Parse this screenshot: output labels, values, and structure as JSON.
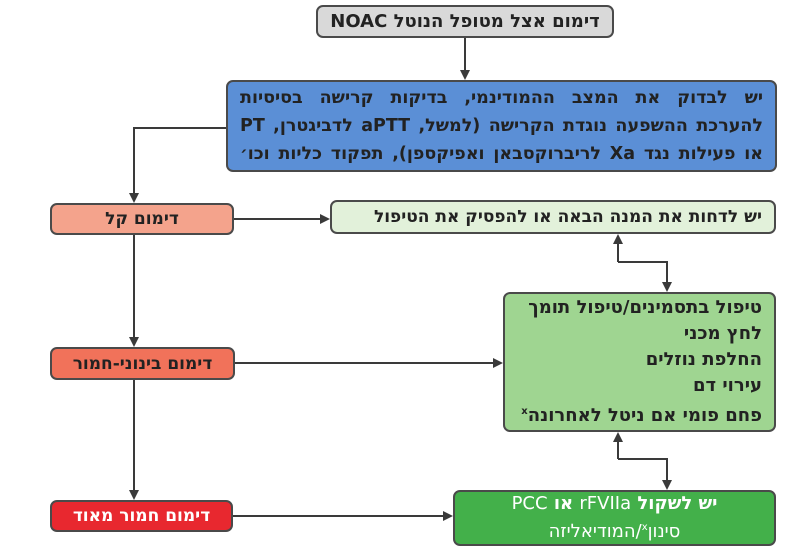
{
  "diagram_title": "דימום אצל מטופל הנוטל NOAC",
  "assessment": {
    "lines": [
      "יש לבדוק את המצב ההמודינמי, בדיקות קרישה בסיסיות",
      "להערכת ההשפעה נוגדת הקרישה (למשל, aPTT לדביגטרן, PT",
      "או פעילות נגד Xa לריברוקסבאן ואפיקספן), תפקוד כליות וכו׳"
    ]
  },
  "severity": {
    "mild": "דימום קל",
    "moderate_severe": "דימום בינוני-חמור",
    "very_severe": "דימום חמור מאוד"
  },
  "actions": {
    "delay_or_stop": "יש לדחות את המנה הבאה או להפסיק את הטיפול",
    "supportive": {
      "lines": [
        "טיפול בתסמינים/טיפול תומך",
        "לחץ מכני",
        "החלפת נוזלים",
        "עירוי דם",
        "פחם פומי אם ניטל לאחרונה"
      ],
      "footnote_mark": "x"
    },
    "reversal": {
      "line1_prefix": "יש לשקול ",
      "agent1": "rFVIIa",
      "conjunction": " או ",
      "agent2": "PCC",
      "line2_part1": "סינון",
      "footnote_mark": "x",
      "line2_part2": "/המודיאליזה"
    }
  },
  "colors": {
    "title_box": "#d9d9d9",
    "assessment_box": "#5b8fd6",
    "mild": "#f4a38c",
    "moderate": "#f1725a",
    "severe": "#e8282f",
    "action_light": "#e2f1da",
    "action_mid": "#9fd591",
    "action_dark": "#43b04a",
    "connector": "#3a3a3a"
  }
}
